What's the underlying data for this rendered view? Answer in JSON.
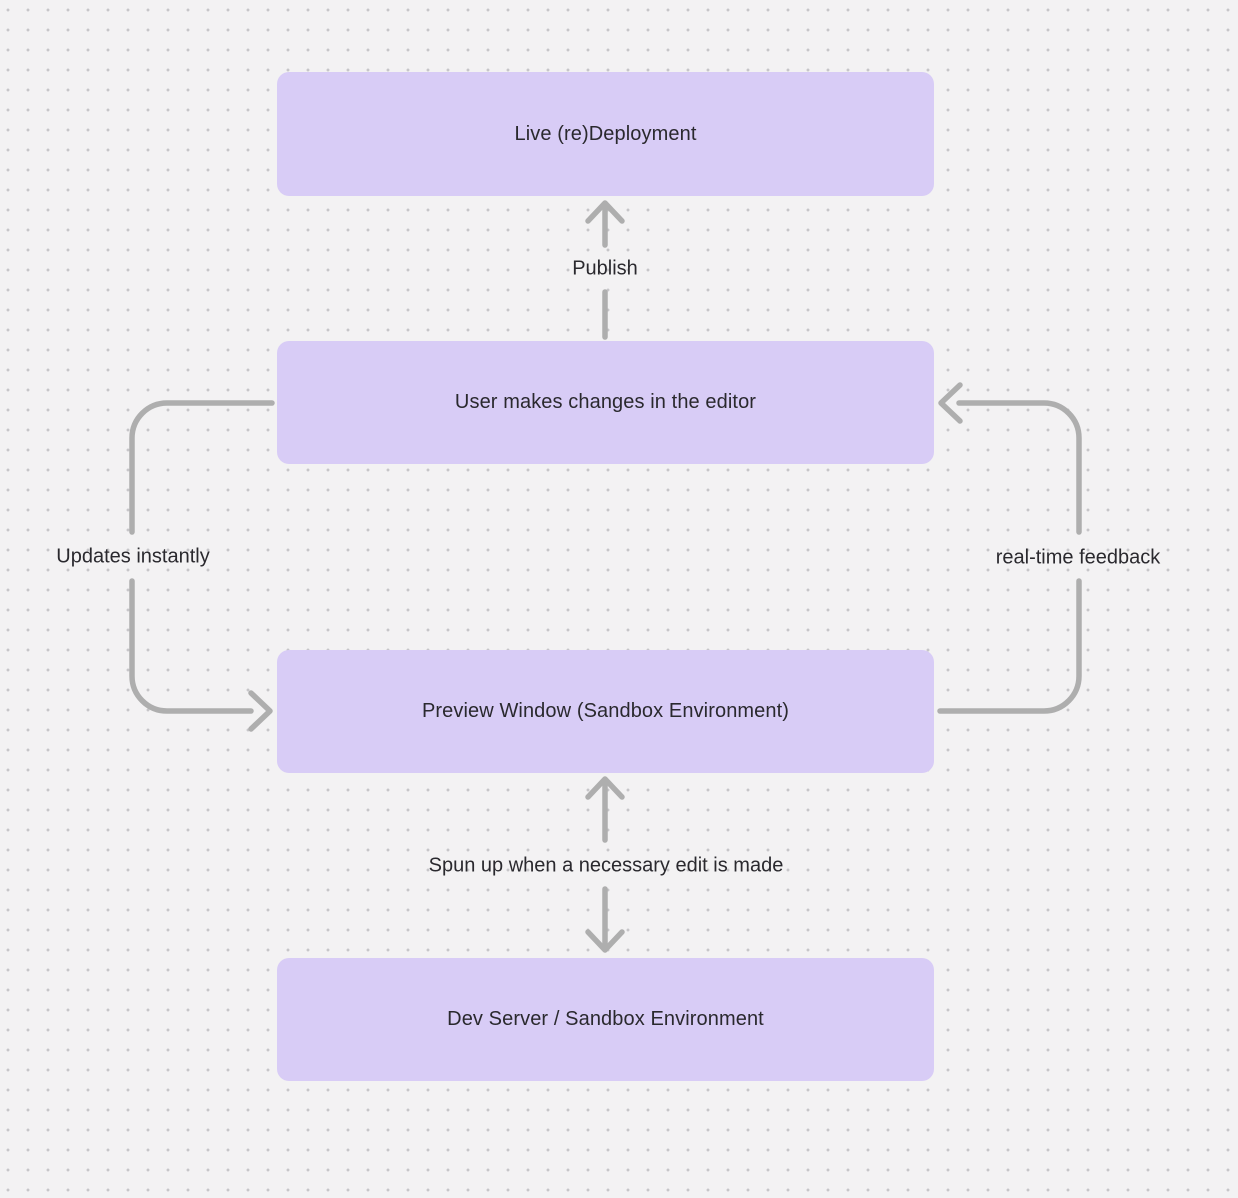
{
  "diagram": {
    "nodes": [
      {
        "id": "live-redeployment",
        "label": "Live (re)Deployment"
      },
      {
        "id": "user-editor",
        "label": "User makes changes in the editor"
      },
      {
        "id": "preview-window",
        "label": "Preview Window (Sandbox Environment)"
      },
      {
        "id": "dev-server",
        "label": "Dev Server / Sandbox Environment"
      }
    ],
    "edges": [
      {
        "id": "publish",
        "label": "Publish"
      },
      {
        "id": "updates-instantly",
        "label": "Updates instantly"
      },
      {
        "id": "real-time-feedback",
        "label": "real-time feedback"
      },
      {
        "id": "spun-up",
        "label": "Spun up when a necessary edit is made"
      }
    ],
    "colors": {
      "node_fill": "#d8ccf6",
      "connector": "#aeaeae",
      "text": "#2a292e",
      "background": "#f3f2f3",
      "dot_grid": "#c7c6c9"
    }
  }
}
